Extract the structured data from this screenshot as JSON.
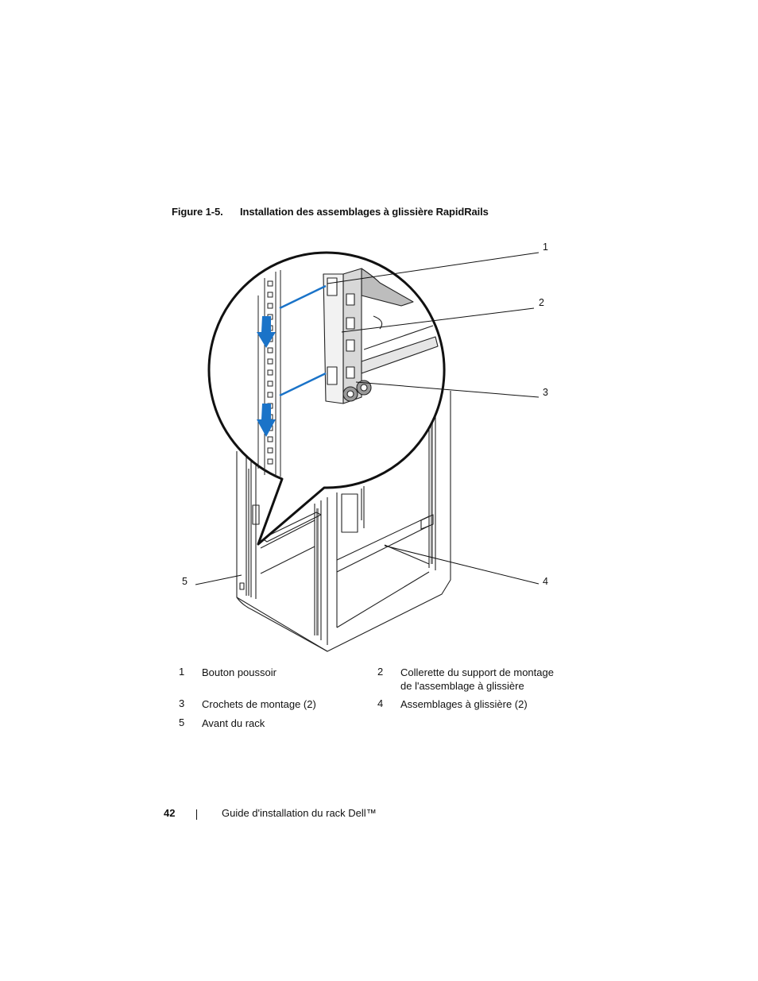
{
  "figure": {
    "number": "Figure 1-5.",
    "title": "Installation des assemblages à glissière RapidRails",
    "callouts": [
      "1",
      "2",
      "3",
      "4",
      "5"
    ]
  },
  "legend": [
    {
      "num": "1",
      "text": "Bouton poussoir"
    },
    {
      "num": "2",
      "text": "Collerette du support de montage de l'assemblage à glissière"
    },
    {
      "num": "3",
      "text": "Crochets de montage (2)"
    },
    {
      "num": "4",
      "text": "Assemblages à glissière (2)"
    },
    {
      "num": "5",
      "text": "Avant du rack"
    }
  ],
  "footer": {
    "page_number": "42",
    "doc_title": "Guide d'installation du rack Dell™"
  },
  "colors": {
    "arrow": "#1a73c8",
    "line": "#222222"
  }
}
